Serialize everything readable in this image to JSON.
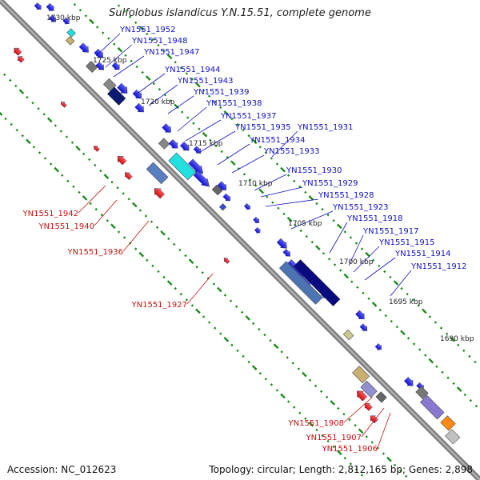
{
  "title": "Sulfolobus islandicus Y.N.15.51, complete genome",
  "footer": {
    "accession": "Accession: NC_012623",
    "summary": "Topology: circular; Length: 2,812,165 bp; Genes: 2,898"
  },
  "colors": {
    "backbone": "#808080",
    "forward_cds": "#1a1aff",
    "reverse_cds": "#ee1111",
    "forward_label": "#1010c8",
    "reverse_label": "#c81010",
    "rna_gene": "#22bb22",
    "tick": "#1b8a1b"
  },
  "kbp_ticks": [
    "1730 kbp",
    "1725 kbp",
    "1720 kbp",
    "1715 kbp",
    "1710 kbp",
    "1705 kbp",
    "1700 kbp",
    "1695 kbp",
    "1690 kbp"
  ],
  "forward_labels": [
    "YN1551_1952",
    "YN1551_1948",
    "YN1551_1947",
    "YN1551_1944",
    "YN1551_1943",
    "YN1551_1939",
    "YN1551_1938",
    "YN1551_1937",
    "YN1551_1935",
    "YN1551_1931",
    "YN1551_1934",
    "YN1551_1933",
    "YN1551_1930",
    "YN1551_1929",
    "YN1551_1928",
    "YN1551_1923",
    "YN1551_1918",
    "YN1551_1917",
    "YN1551_1915",
    "YN1551_1914",
    "YN1551_1912"
  ],
  "reverse_labels": [
    "YN1551_1942",
    "YN1551_1940",
    "YN1551_1936",
    "YN1551_1927",
    "YN1551_1908",
    "YN1551_1907",
    "YN1551_1906"
  ]
}
